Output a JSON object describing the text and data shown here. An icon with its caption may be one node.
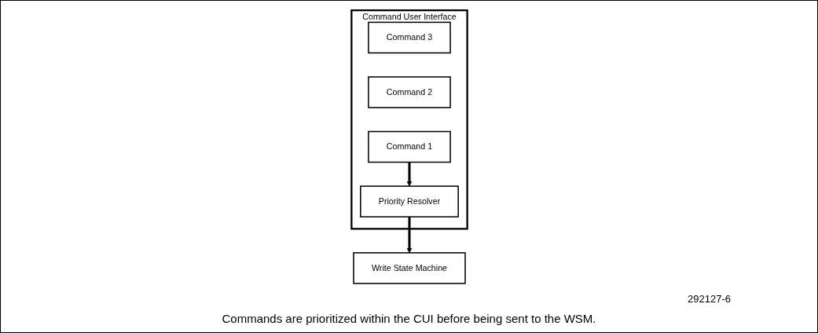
{
  "diagram": {
    "caption": "Commands are prioritized within the CUI before being sent to the WSM.",
    "nodes": [
      {
        "text": [
          "Command User Interface"
        ]
      },
      {
        "text": [
          "Command 3"
        ],
        "in": 0
      },
      {
        "text": [
          "Command 2"
        ],
        "in": 0
      },
      {
        "text": [
          "Command 1"
        ],
        "in": 0
      },
      {
        "text": [
          "Priority Resolver"
        ],
        "in": 0
      },
      {
        "text": [
          "Write State Machine"
        ]
      }
    ],
    "edges": [
      {
        "from": 3,
        "to": 4,
        "arrow": "to"
      },
      {
        "from": 4,
        "to": 5,
        "arrow": "to"
      }
    ],
    "labels": [
      "292127-6"
    ]
  }
}
